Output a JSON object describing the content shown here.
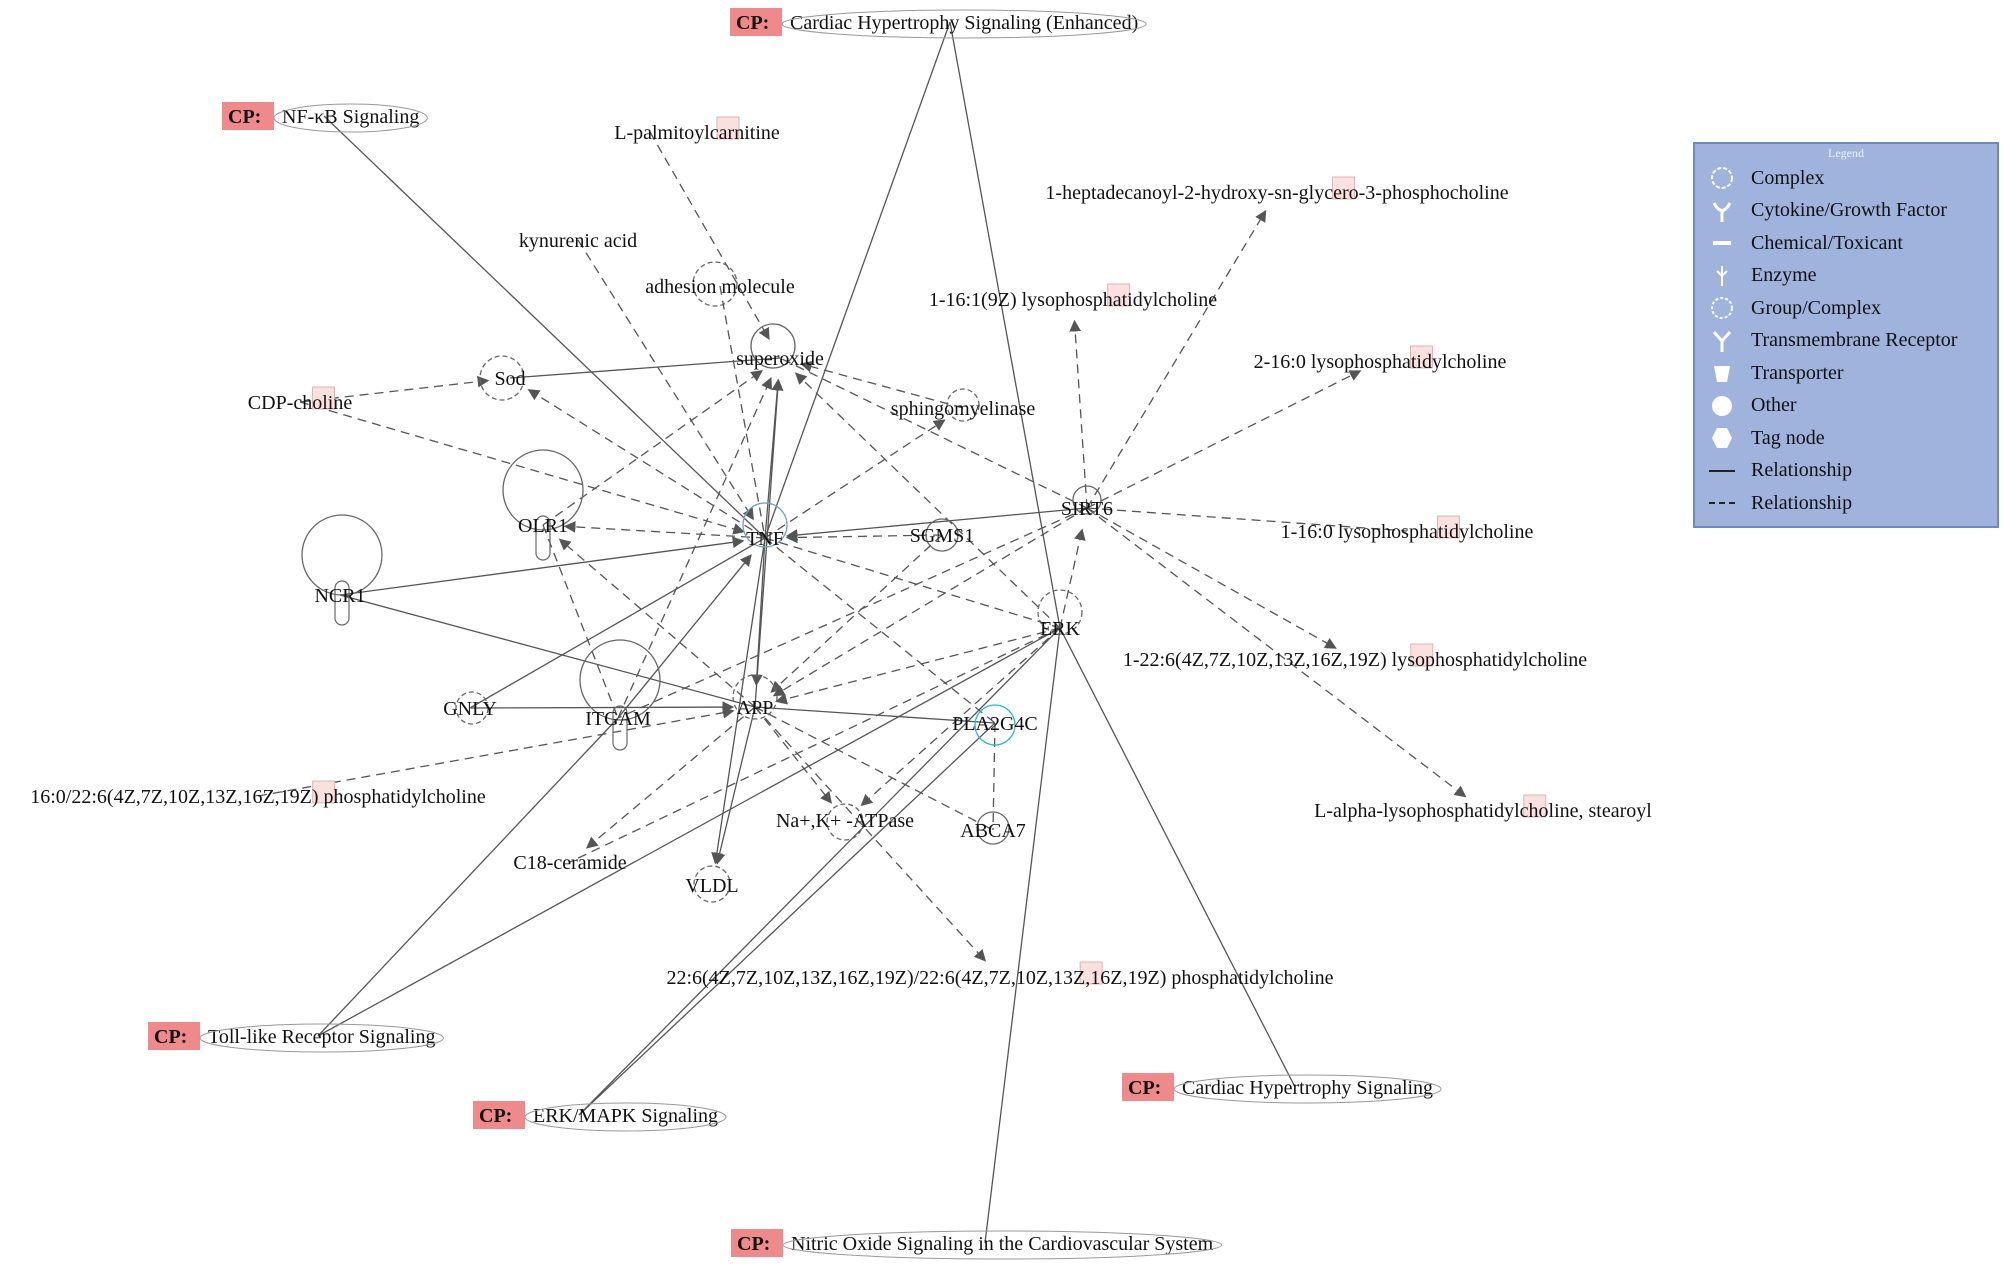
{
  "legend": {
    "title": "Legend",
    "items": [
      {
        "icon": "complex-icon",
        "label": "Complex"
      },
      {
        "icon": "cytokine-icon",
        "label": "Cytokine/Growth Factor"
      },
      {
        "icon": "chemical-icon",
        "label": "Chemical/Toxicant"
      },
      {
        "icon": "enzyme-icon",
        "label": "Enzyme"
      },
      {
        "icon": "group-complex-icon",
        "label": "Group/Complex"
      },
      {
        "icon": "receptor-icon",
        "label": "Transmembrane Receptor"
      },
      {
        "icon": "transporter-icon",
        "label": "Transporter"
      },
      {
        "icon": "other-icon",
        "label": "Other"
      },
      {
        "icon": "tag-node-icon",
        "label": "Tag node"
      },
      {
        "icon": "solid-line-icon",
        "label": "Relationship"
      },
      {
        "icon": "dashed-line-icon",
        "label": "Relationship"
      }
    ]
  },
  "cp_tag": "CP:",
  "pathways": [
    {
      "id": "cp1",
      "label": "Cardiac Hypertrophy Signaling (Enhanced)"
    },
    {
      "id": "cp2",
      "label": "NF-κB Signaling"
    },
    {
      "id": "cp3",
      "label": "Toll-like Receptor Signaling"
    },
    {
      "id": "cp4",
      "label": "ERK/MAPK Signaling"
    },
    {
      "id": "cp5",
      "label": "Cardiac Hypertrophy Signaling"
    },
    {
      "id": "cp6",
      "label": "Nitric Oxide Signaling in the Cardiovascular System"
    }
  ],
  "nodes": [
    {
      "id": "lpc",
      "label": "L-palmitoylcarnitine",
      "type": "chemical",
      "highlight": true
    },
    {
      "id": "kyn",
      "label": "kynurenic acid",
      "type": "chemical",
      "highlight": false
    },
    {
      "id": "adh",
      "label": "adhesion molecule",
      "type": "group",
      "highlight": false
    },
    {
      "id": "sup",
      "label": "superoxide",
      "type": "chemical",
      "highlight": false
    },
    {
      "id": "sod",
      "label": "Sod",
      "type": "group",
      "highlight": false
    },
    {
      "id": "cdp",
      "label": "CDP-choline",
      "type": "chemical",
      "highlight": true
    },
    {
      "id": "olr1",
      "label": "OLR1",
      "type": "receptor",
      "highlight": false
    },
    {
      "id": "ncr1",
      "label": "NCR1",
      "type": "receptor",
      "highlight": false
    },
    {
      "id": "tnf",
      "label": "TNF",
      "type": "cytokine",
      "highlight": false
    },
    {
      "id": "sgms1",
      "label": "SGMS1",
      "type": "enzyme",
      "highlight": false
    },
    {
      "id": "smase",
      "label": "sphingomyelinase",
      "type": "group",
      "highlight": false
    },
    {
      "id": "sirt6",
      "label": "SIRT6",
      "type": "enzyme",
      "highlight": false
    },
    {
      "id": "erk",
      "label": "ERK",
      "type": "group",
      "highlight": false
    },
    {
      "id": "gnly",
      "label": "GNLY",
      "type": "other",
      "highlight": false
    },
    {
      "id": "itgam",
      "label": "ITGAM",
      "type": "receptor",
      "highlight": false
    },
    {
      "id": "app",
      "label": "APP",
      "type": "other",
      "highlight": false
    },
    {
      "id": "pla",
      "label": "PLA2G4C",
      "type": "enzyme",
      "highlight": false
    },
    {
      "id": "nak",
      "label": "Na+,K+ -ATPase",
      "type": "group",
      "highlight": false
    },
    {
      "id": "abca7",
      "label": "ABCA7",
      "type": "transporter",
      "highlight": false
    },
    {
      "id": "c18",
      "label": "C18-ceramide",
      "type": "chemical",
      "highlight": false
    },
    {
      "id": "vldl",
      "label": "VLDL",
      "type": "group",
      "highlight": false
    },
    {
      "id": "pc1",
      "label": "16:0/22:6(4Z,7Z,10Z,13Z,16Z,19Z) phosphatidylcholine",
      "type": "chemical",
      "highlight": true
    },
    {
      "id": "pc2",
      "label": "22:6(4Z,7Z,10Z,13Z,16Z,19Z)/22:6(4Z,7Z,10Z,13Z,16Z,19Z) phosphatidylcholine",
      "type": "chemical",
      "highlight": true
    },
    {
      "id": "hep",
      "label": "1-heptadecanoyl-2-hydroxy-sn-glycero-3-phosphocholine",
      "type": "chemical",
      "highlight": true
    },
    {
      "id": "lpc161",
      "label": "1-16:1(9Z) lysophosphatidylcholine",
      "type": "chemical",
      "highlight": true
    },
    {
      "id": "lpc2160",
      "label": "2-16:0 lysophosphatidylcholine",
      "type": "chemical",
      "highlight": true
    },
    {
      "id": "lpc1160",
      "label": "1-16:0 lysophosphatidylcholine",
      "type": "chemical",
      "highlight": true
    },
    {
      "id": "lpc226",
      "label": "1-22:6(4Z,7Z,10Z,13Z,16Z,19Z) lysophosphatidylcholine",
      "type": "chemical",
      "highlight": true
    },
    {
      "id": "lalpha",
      "label": "L-alpha-lysophosphatidylcholine, stearoyl",
      "type": "chemical",
      "highlight": true
    }
  ],
  "edges": [
    {
      "from": "cp1",
      "to": "tnf",
      "style": "solid",
      "arrow": false
    },
    {
      "from": "cp1",
      "to": "erk",
      "style": "solid",
      "arrow": false
    },
    {
      "from": "cp2",
      "to": "tnf",
      "style": "solid",
      "arrow": false
    },
    {
      "from": "cp3",
      "to": "itgam",
      "style": "solid",
      "arrow": false
    },
    {
      "from": "cp3",
      "to": "erk",
      "style": "solid",
      "arrow": false
    },
    {
      "from": "cp4",
      "to": "erk",
      "style": "solid",
      "arrow": false
    },
    {
      "from": "cp4",
      "to": "pla",
      "style": "solid",
      "arrow": false
    },
    {
      "from": "cp5",
      "to": "erk",
      "style": "solid",
      "arrow": false
    },
    {
      "from": "cp6",
      "to": "erk",
      "style": "solid",
      "arrow": false
    },
    {
      "from": "lpc",
      "to": "sup",
      "style": "dashed",
      "arrow": true
    },
    {
      "from": "kyn",
      "to": "tnf",
      "style": "dashed",
      "arrow": true
    },
    {
      "from": "adh",
      "to": "tnf",
      "style": "dashed",
      "arrow": false
    },
    {
      "from": "cdp",
      "to": "sod",
      "style": "dashed",
      "arrow": true
    },
    {
      "from": "cdp",
      "to": "tnf",
      "style": "dashed",
      "arrow": true
    },
    {
      "from": "sod",
      "to": "sup",
      "style": "solid",
      "arrow": false
    },
    {
      "from": "tnf",
      "to": "sod",
      "style": "dashed",
      "arrow": true
    },
    {
      "from": "tnf",
      "to": "sup",
      "style": "solid",
      "arrow": true
    },
    {
      "from": "tnf",
      "to": "olr1",
      "style": "dashed",
      "arrow": true
    },
    {
      "from": "tnf",
      "to": "smase",
      "style": "dashed",
      "arrow": true
    },
    {
      "from": "tnf",
      "to": "app",
      "style": "solid",
      "arrow": true
    },
    {
      "from": "tnf",
      "to": "vldl",
      "style": "solid",
      "arrow": true
    },
    {
      "from": "tnf",
      "to": "erk",
      "style": "dashed",
      "arrow": false
    },
    {
      "from": "tnf",
      "to": "pla",
      "style": "dashed",
      "arrow": false
    },
    {
      "from": "sirt6",
      "to": "tnf",
      "style": "solid",
      "arrow": true
    },
    {
      "from": "sgms1",
      "to": "tnf",
      "style": "dashed",
      "arrow": true
    },
    {
      "from": "ncr1",
      "to": "tnf",
      "style": "solid",
      "arrow": true
    },
    {
      "from": "ncr1",
      "to": "app",
      "style": "solid",
      "arrow": false
    },
    {
      "from": "olr1",
      "to": "sup",
      "style": "dashed",
      "arrow": true
    },
    {
      "from": "olr1",
      "to": "itgam",
      "style": "dashed",
      "arrow": false
    },
    {
      "from": "itgam",
      "to": "tnf",
      "style": "solid",
      "arrow": true
    },
    {
      "from": "itgam",
      "to": "sup",
      "style": "dashed",
      "arrow": true
    },
    {
      "from": "gnly",
      "to": "app",
      "style": "solid",
      "arrow": true
    },
    {
      "from": "gnly",
      "to": "tnf",
      "style": "solid",
      "arrow": false
    },
    {
      "from": "app",
      "to": "sup",
      "style": "solid",
      "arrow": true
    },
    {
      "from": "app",
      "to": "olr1",
      "style": "dashed",
      "arrow": true
    },
    {
      "from": "app",
      "to": "c18",
      "style": "dashed",
      "arrow": true
    },
    {
      "from": "app",
      "to": "vldl",
      "style": "solid",
      "arrow": true
    },
    {
      "from": "app",
      "to": "nak",
      "style": "dashed",
      "arrow": true
    },
    {
      "from": "app",
      "to": "abca7",
      "style": "dashed",
      "arrow": false
    },
    {
      "from": "app",
      "to": "pla",
      "style": "solid",
      "arrow": false
    },
    {
      "from": "app",
      "to": "pc2",
      "style": "dashed",
      "arrow": true
    },
    {
      "from": "pc1",
      "to": "app",
      "style": "dashed",
      "arrow": true
    },
    {
      "from": "erk",
      "to": "app",
      "style": "dashed",
      "arrow": true
    },
    {
      "from": "erk",
      "to": "sup",
      "style": "dashed",
      "arrow": true
    },
    {
      "from": "erk",
      "to": "sirt6",
      "style": "dashed",
      "arrow": true
    },
    {
      "from": "erk",
      "to": "c18",
      "style": "dashed",
      "arrow": false
    },
    {
      "from": "erk",
      "to": "nak",
      "style": "dashed",
      "arrow": true
    },
    {
      "from": "sirt6",
      "to": "hep",
      "style": "dashed",
      "arrow": true
    },
    {
      "from": "sirt6",
      "to": "lpc161",
      "style": "dashed",
      "arrow": true
    },
    {
      "from": "sirt6",
      "to": "lpc2160",
      "style": "dashed",
      "arrow": true
    },
    {
      "from": "sirt6",
      "to": "lpc1160",
      "style": "dashed",
      "arrow": false
    },
    {
      "from": "sirt6",
      "to": "lpc226",
      "style": "dashed",
      "arrow": true
    },
    {
      "from": "sirt6",
      "to": "lalpha",
      "style": "dashed",
      "arrow": true
    },
    {
      "from": "sirt6",
      "to": "sup",
      "style": "dashed",
      "arrow": false
    },
    {
      "from": "sirt6",
      "to": "app",
      "style": "dashed",
      "arrow": true
    },
    {
      "from": "sirt6",
      "to": "itgam",
      "style": "dashed",
      "arrow": false
    },
    {
      "from": "pla",
      "to": "abca7",
      "style": "dashed",
      "arrow": false
    },
    {
      "from": "sgms1",
      "to": "app",
      "style": "dashed",
      "arrow": true
    },
    {
      "from": "smase",
      "to": "sup",
      "style": "dashed",
      "arrow": true
    }
  ]
}
